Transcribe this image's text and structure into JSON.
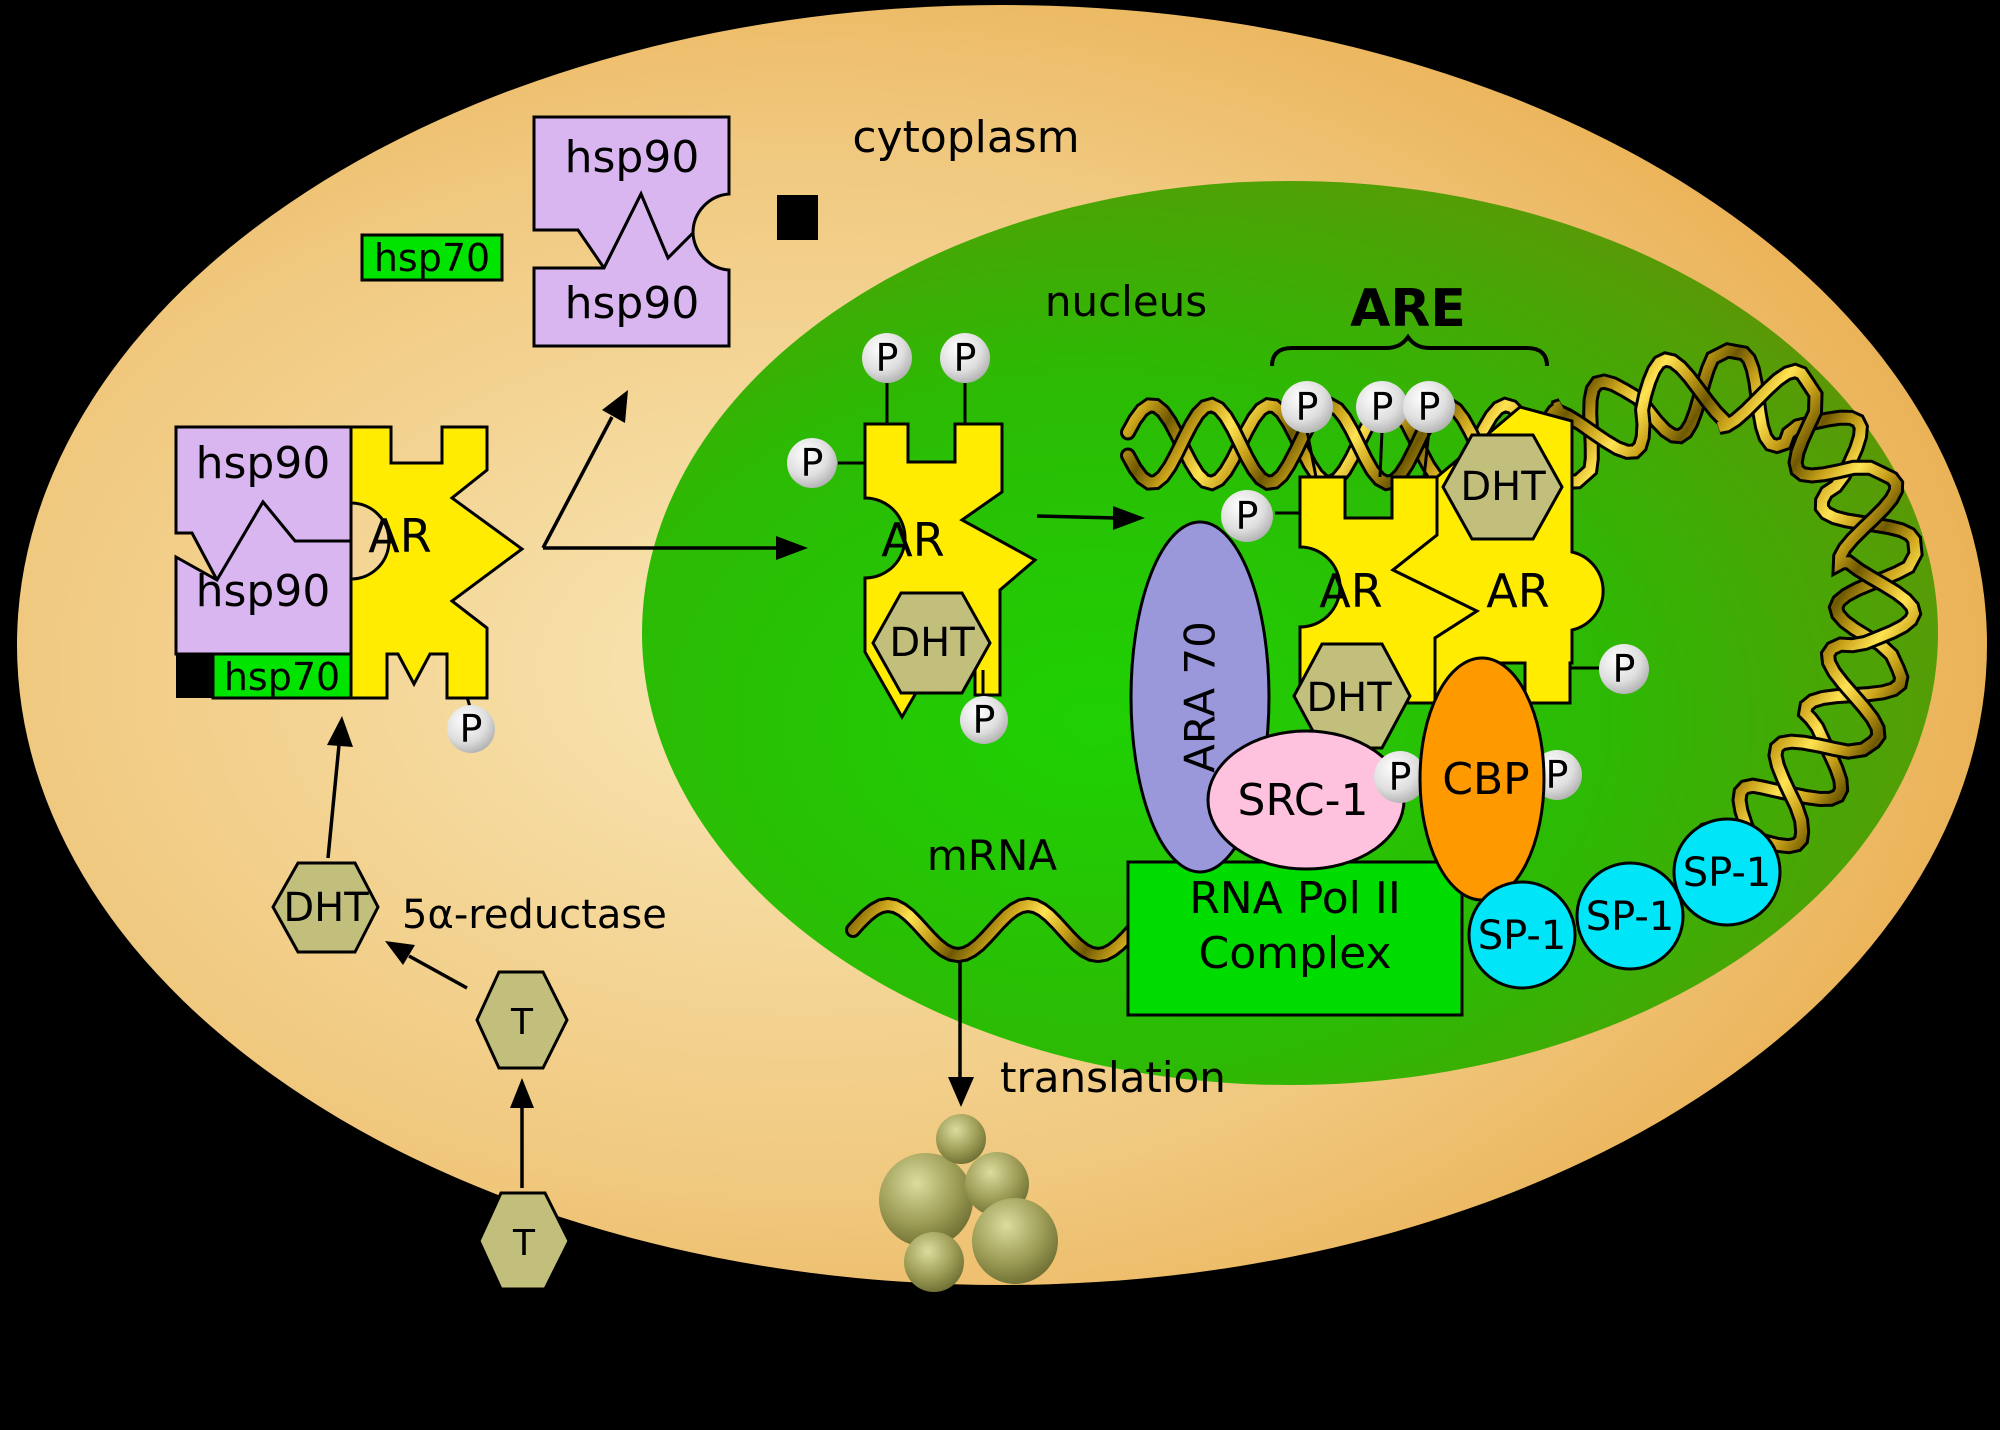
{
  "labels": {
    "cytoplasm": "cytoplasm",
    "nucleus": "nucleus",
    "are": "ARE",
    "hsp90": "hsp90",
    "hsp70": "hsp70",
    "ar": "AR",
    "dht": "DHT",
    "t": "T",
    "p": "P",
    "reductase": "5α-reductase",
    "ara70": "ARA 70",
    "src1": "SRC-1",
    "cbp": "CBP",
    "rnapol_line1": "RNA Pol II",
    "rnapol_line2": "Complex",
    "sp1": "SP-1",
    "mrna": "mRNA",
    "translation": "translation"
  },
  "colors": {
    "background": "#000000",
    "cell_inner": "#F8E4AE",
    "cell_outer": "#E7A23A",
    "nucleus_inner": "#1FD103",
    "nucleus_outer": "#827208",
    "ar_yellow": "#FFEC00",
    "hsp90_purple": "#D9B6F0",
    "hsp70_green": "#00E400",
    "hormone_khaki": "#C2BE7C",
    "dna_gold": "#C9A21A",
    "ara70_lavender": "#9B97DB",
    "src1_pink": "#FFC2DE",
    "cbp_orange": "#FF9900",
    "rnapol_green": "#00DC00",
    "sp1_cyan": "#00E5F8",
    "are_red": "#FF0000",
    "phosphate_gray": "#D9D9D9",
    "black_square": "#000000"
  }
}
